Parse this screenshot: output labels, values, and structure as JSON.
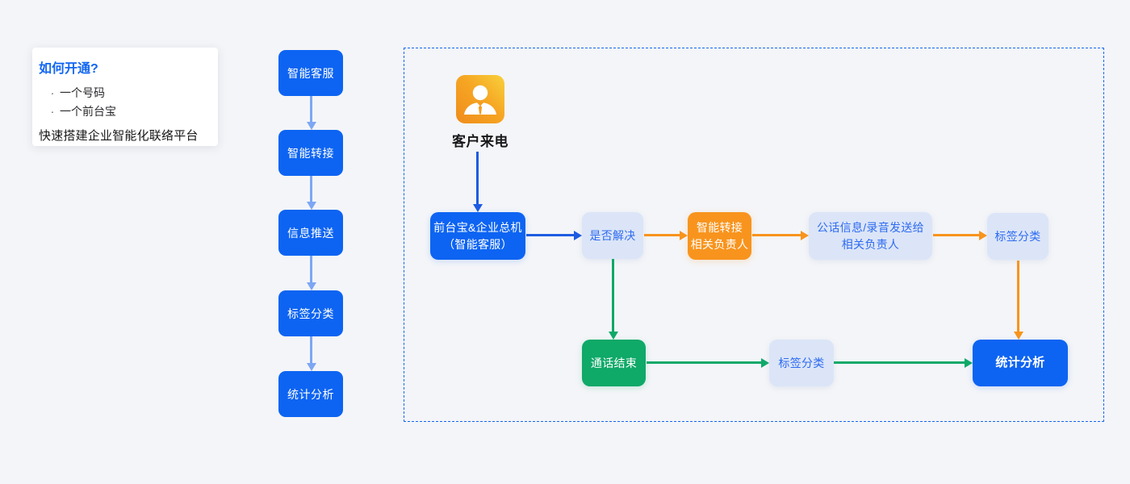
{
  "info_card": {
    "title": "如何开通?",
    "bullet_char": "·",
    "bullets": [
      "一个号码",
      "一个前台宝"
    ],
    "footer": "快速搭建企业智能化联络平台"
  },
  "left_flow": {
    "steps": [
      "智能客服",
      "智能转接",
      "信息推送",
      "标签分类",
      "统计分析"
    ]
  },
  "diagram": {
    "caller_label": "客户来电",
    "caller_icon": "person-avatar-icon",
    "nodes": {
      "reception": "前台宝&企业总机\n（智能客服）",
      "resolved": "是否解决",
      "transfer": "智能转接\n相关负责人",
      "send_info": "公话信息/录音发送给\n相关负责人",
      "tag_top": "标签分类",
      "call_end": "通话结束",
      "tag_bottom": "标签分类",
      "stats": "统计分析"
    }
  },
  "colors": {
    "primary_blue": "#0d64f2",
    "orange": "#f8941d",
    "green": "#0fa968",
    "light_box_fill": "#dbe5f7",
    "light_box_text": "#2e6bf2",
    "light_arrow": "#7da7f3",
    "flow_blue_arrow": "#1d5ce2",
    "dashed_border": "#1365f0",
    "page_background": "#f4f5f8"
  }
}
